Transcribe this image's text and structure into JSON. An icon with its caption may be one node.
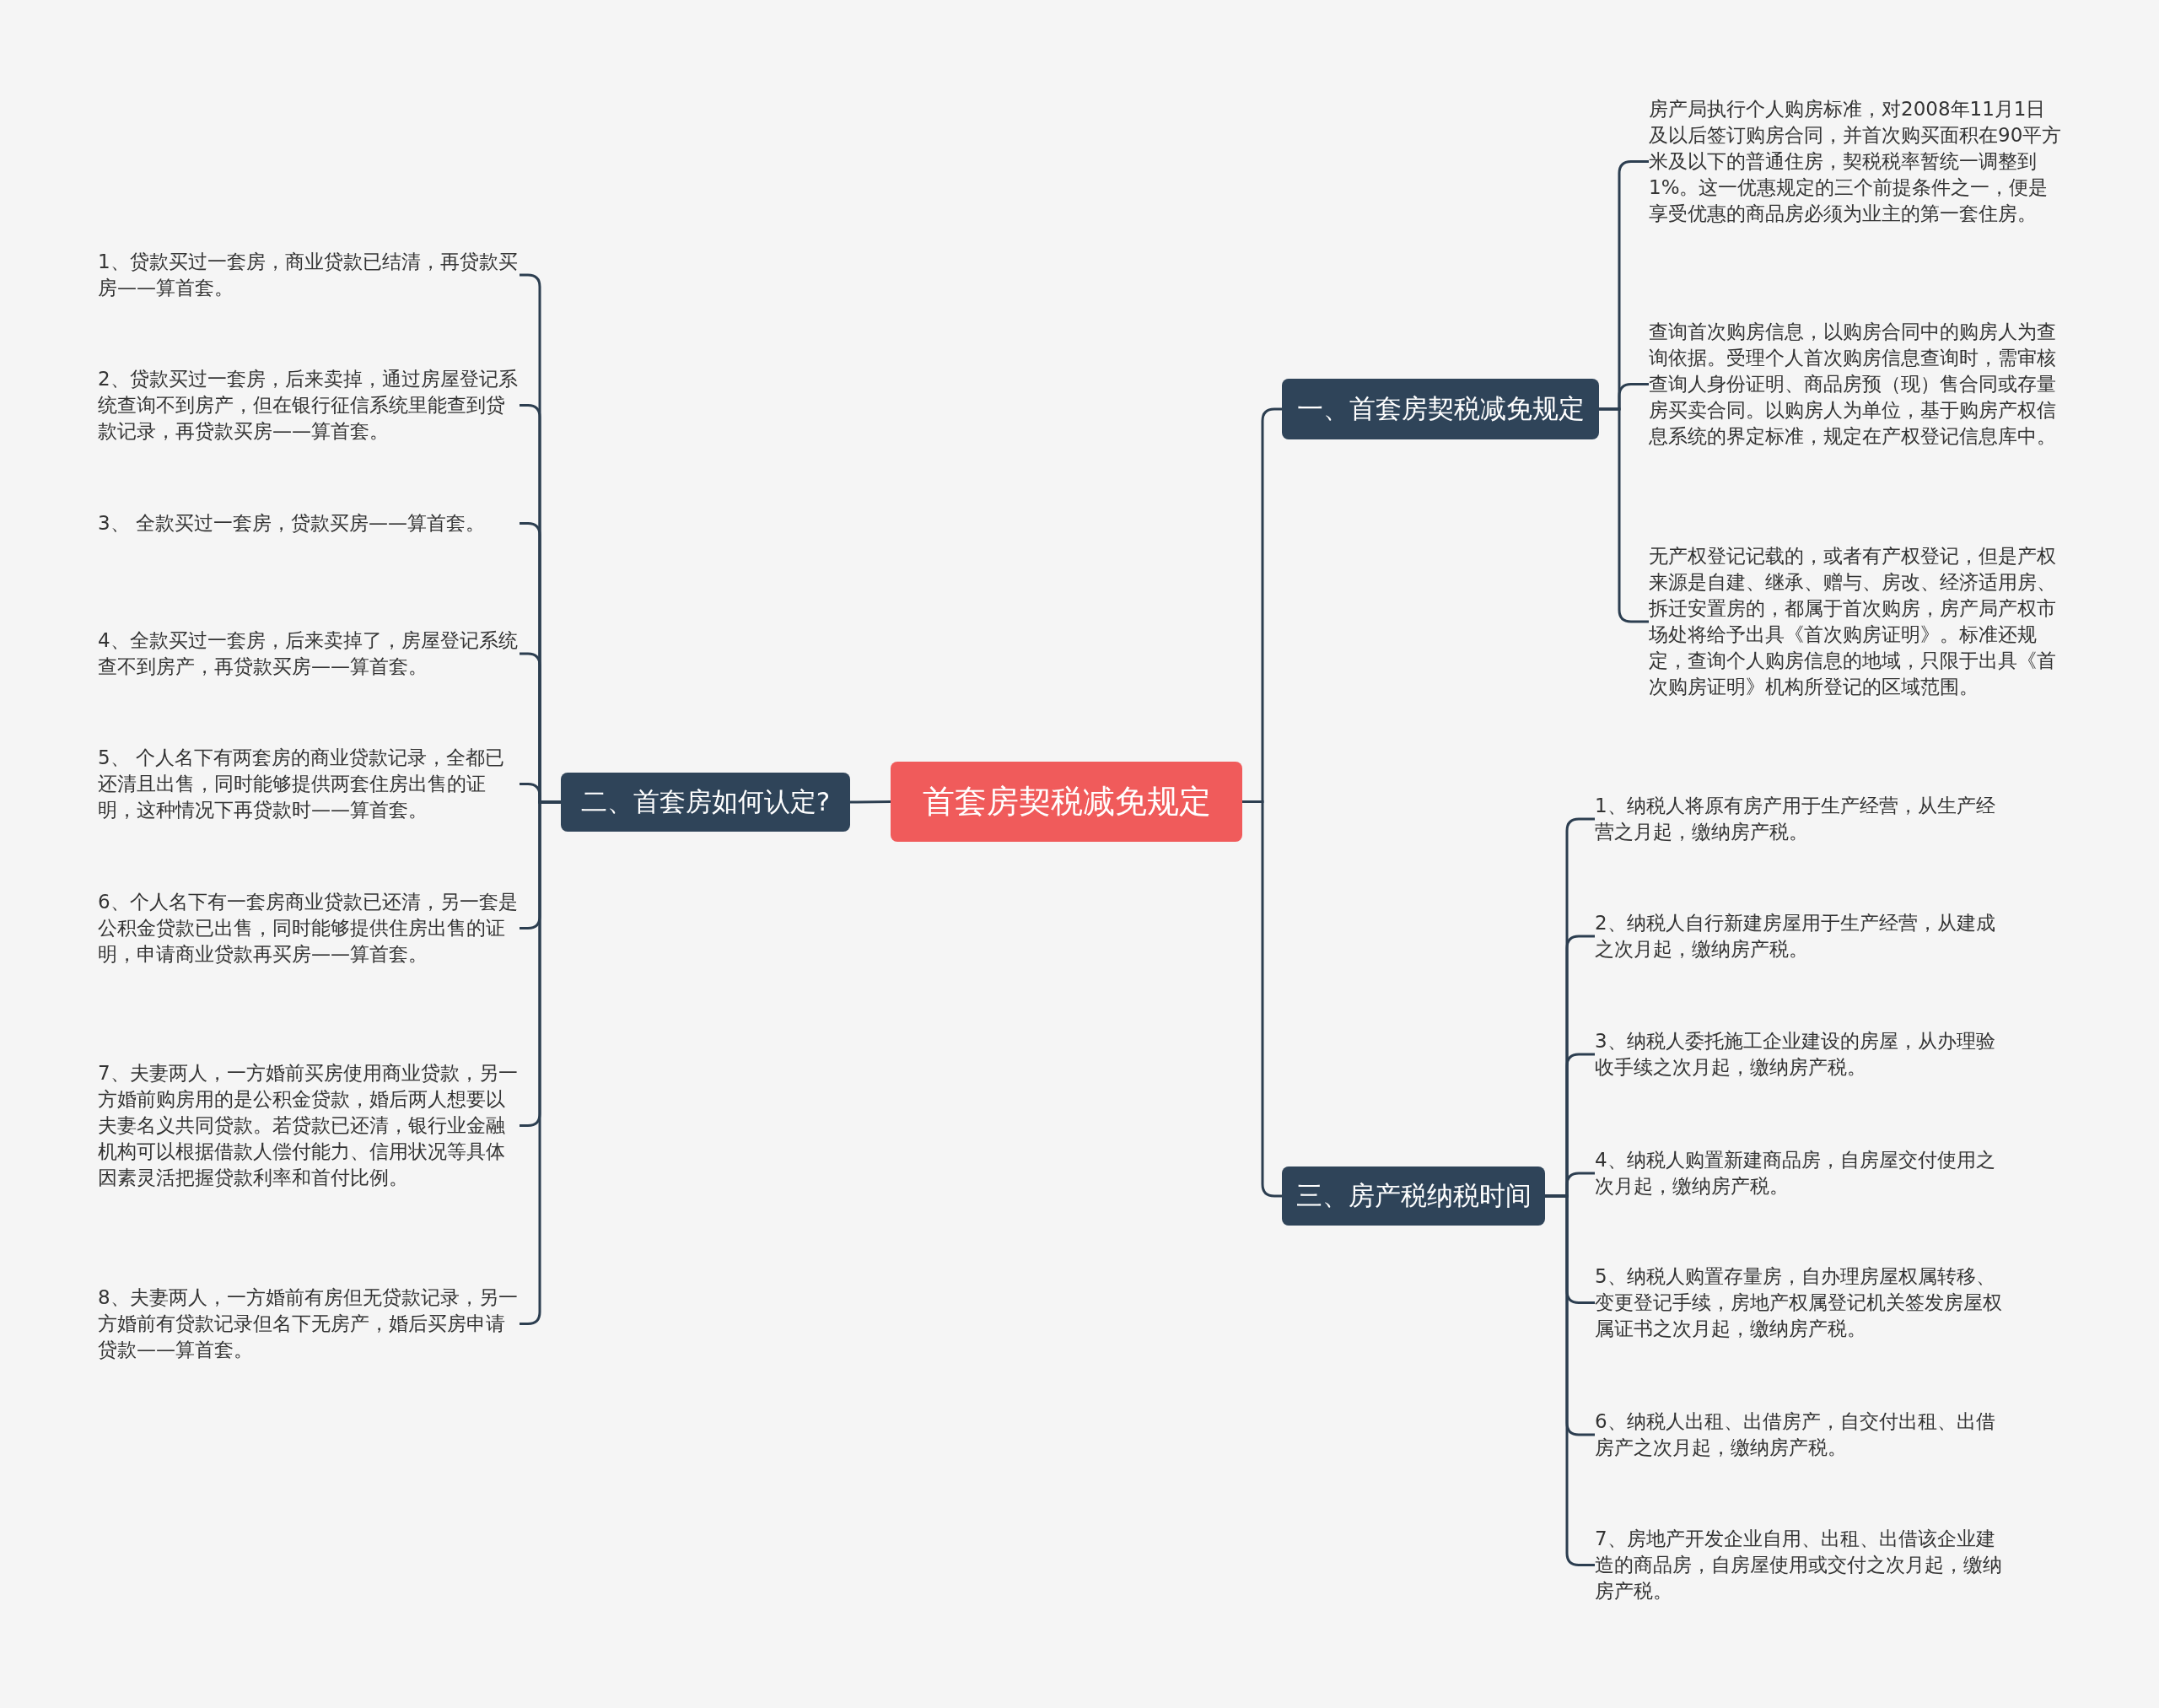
{
  "diagram": {
    "nodes": [
      {
        "text": [
          "首套房契税减免规定"
        ]
      },
      {
        "text": [
          "一、首套房契税减免规定"
        ]
      },
      {
        "text": [
          "房产局执行个人购房标准，对2008年11月1日及以后签订购房合同，并首次购买面积在90平方米及以下的普通住房，契税税率暂统一调整到1%。这一优惠规定的三个前提条件之一，便是享受优惠的商品房必须为业主的第一套住房。"
        ]
      },
      {
        "text": [
          "查询首次购房信息，以购房合同中的购房人为查询依据。受理个人首次购房信息查询时，需审核查询人身份证明、商品房预（现）售合同或存量房买卖合同。以购房人为单位，基于购房产权信息系统的界定标准，规定在产权登记信息库中。"
        ]
      },
      {
        "text": [
          "无产权登记记载的，或者有产权登记，但是产权来源是自建、继承、赠与、房改、经济适用房、拆迁安置房的，都属于首次购房，房产局产权市场处将给予出具《首次购房证明》。标准还规定，查询个人购房信息的地域，只限于出具《首次购房证明》机构所登记的区域范围。"
        ]
      },
      {
        "text": [
          "二、首套房如何认定?"
        ]
      },
      {
        "text": [
          "1、贷款买过一套房，商业贷款已结清，再贷款买房——算首套。"
        ]
      },
      {
        "text": [
          "2、贷款买过一套房，后来卖掉，通过房屋登记系统查询不到房产，但在银行征信系统里能查到贷款记录，再贷款买房——算首套。"
        ]
      },
      {
        "text": [
          "3、 全款买过一套房，贷款买房——算首套。"
        ]
      },
      {
        "text": [
          "4、全款买过一套房，后来卖掉了，房屋登记系统查不到房产，再贷款买房——算首套。"
        ]
      },
      {
        "text": [
          "5、 个人名下有两套房的商业贷款记录，全都已还清且出售，同时能够提供两套住房出售的证明，这种情况下再贷款时——算首套。"
        ]
      },
      {
        "text": [
          "6、个人名下有一套房商业贷款已还清，另一套是公积金贷款已出售，同时能够提供住房出售的证明，申请商业贷款再买房——算首套。"
        ]
      },
      {
        "text": [
          "7、夫妻两人，一方婚前买房使用商业贷款，另一方婚前购房用的是公积金贷款，婚后两人想要以夫妻名义共同贷款。若贷款已还清，银行业金融机构可以根据借款人偿付能力、信用状况等具体因素灵活把握贷款利率和首付比例。"
        ]
      },
      {
        "text": [
          "8、夫妻两人，一方婚前有房但无贷款记录，另一方婚前有贷款记录但名下无房产，婚后买房申请贷款——算首套。"
        ]
      },
      {
        "text": [
          "三、房产税纳税时间"
        ]
      },
      {
        "text": [
          "1、纳税人将原有房产用于生产经营，从生产经营之月起，缴纳房产税。"
        ]
      },
      {
        "text": [
          "2、纳税人自行新建房屋用于生产经营，从建成之次月起，缴纳房产税。"
        ]
      },
      {
        "text": [
          "3、纳税人委托施工企业建设的房屋，从办理验收手续之次月起，缴纳房产税。"
        ]
      },
      {
        "text": [
          "4、纳税人购置新建商品房，自房屋交付使用之次月起，缴纳房产税。"
        ]
      },
      {
        "text": [
          "5、纳税人购置存量房，自办理房屋权属转移、变更登记手续，房地产权属登记机关签发房屋权属证书之次月起，缴纳房产税。"
        ]
      },
      {
        "text": [
          "6、纳税人出租、出借房产，自交付出租、出借房产之次月起，缴纳房产税。"
        ]
      },
      {
        "text": [
          "7、房地产开发企业自用、出租、出借该企业建造的商品房，自房屋使用或交付之次月起，缴纳房产税。"
        ]
      }
    ],
    "edges": [
      {
        "from": 0,
        "to": 1,
        "arrow": "none"
      },
      {
        "from": 1,
        "to": 2,
        "arrow": "none"
      },
      {
        "from": 1,
        "to": 3,
        "arrow": "none"
      },
      {
        "from": 1,
        "to": 4,
        "arrow": "none"
      },
      {
        "from": 0,
        "to": 5,
        "arrow": "none"
      },
      {
        "from": 5,
        "to": 6,
        "arrow": "none"
      },
      {
        "from": 5,
        "to": 7,
        "arrow": "none"
      },
      {
        "from": 5,
        "to": 8,
        "arrow": "none"
      },
      {
        "from": 5,
        "to": 9,
        "arrow": "none"
      },
      {
        "from": 5,
        "to": 10,
        "arrow": "none"
      },
      {
        "from": 5,
        "to": 11,
        "arrow": "none"
      },
      {
        "from": 5,
        "to": 12,
        "arrow": "none"
      },
      {
        "from": 5,
        "to": 13,
        "arrow": "none"
      },
      {
        "from": 0,
        "to": 14,
        "arrow": "none"
      },
      {
        "from": 14,
        "to": 15,
        "arrow": "none"
      },
      {
        "from": 14,
        "to": 16,
        "arrow": "none"
      },
      {
        "from": 14,
        "to": 17,
        "arrow": "none"
      },
      {
        "from": 14,
        "to": 18,
        "arrow": "none"
      },
      {
        "from": 14,
        "to": 19,
        "arrow": "none"
      },
      {
        "from": 14,
        "to": 20,
        "arrow": "none"
      },
      {
        "from": 14,
        "to": 21,
        "arrow": "none"
      }
    ]
  }
}
